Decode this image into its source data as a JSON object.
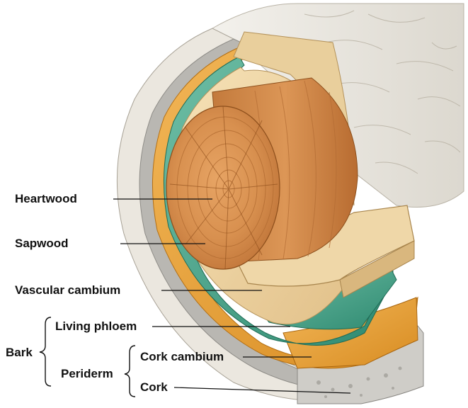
{
  "title": "Tree trunk cross-section layers",
  "labels": {
    "heartwood": "Heartwood",
    "sapwood": "Sapwood",
    "vascular_cambium": "Vascular cambium",
    "living_phloem": "Living phloem",
    "bark": "Bark",
    "periderm": "Periderm",
    "cork_cambium": "Cork cambium",
    "cork": "Cork"
  },
  "colors": {
    "heartwood": "#d68b4a",
    "sapwood": "#f0d7a6",
    "vascular_cambium": "#4aa38a",
    "living_phloem": "#e6a33c",
    "cork": "#b8b8b8",
    "outer_bark": "#ece9e2"
  }
}
